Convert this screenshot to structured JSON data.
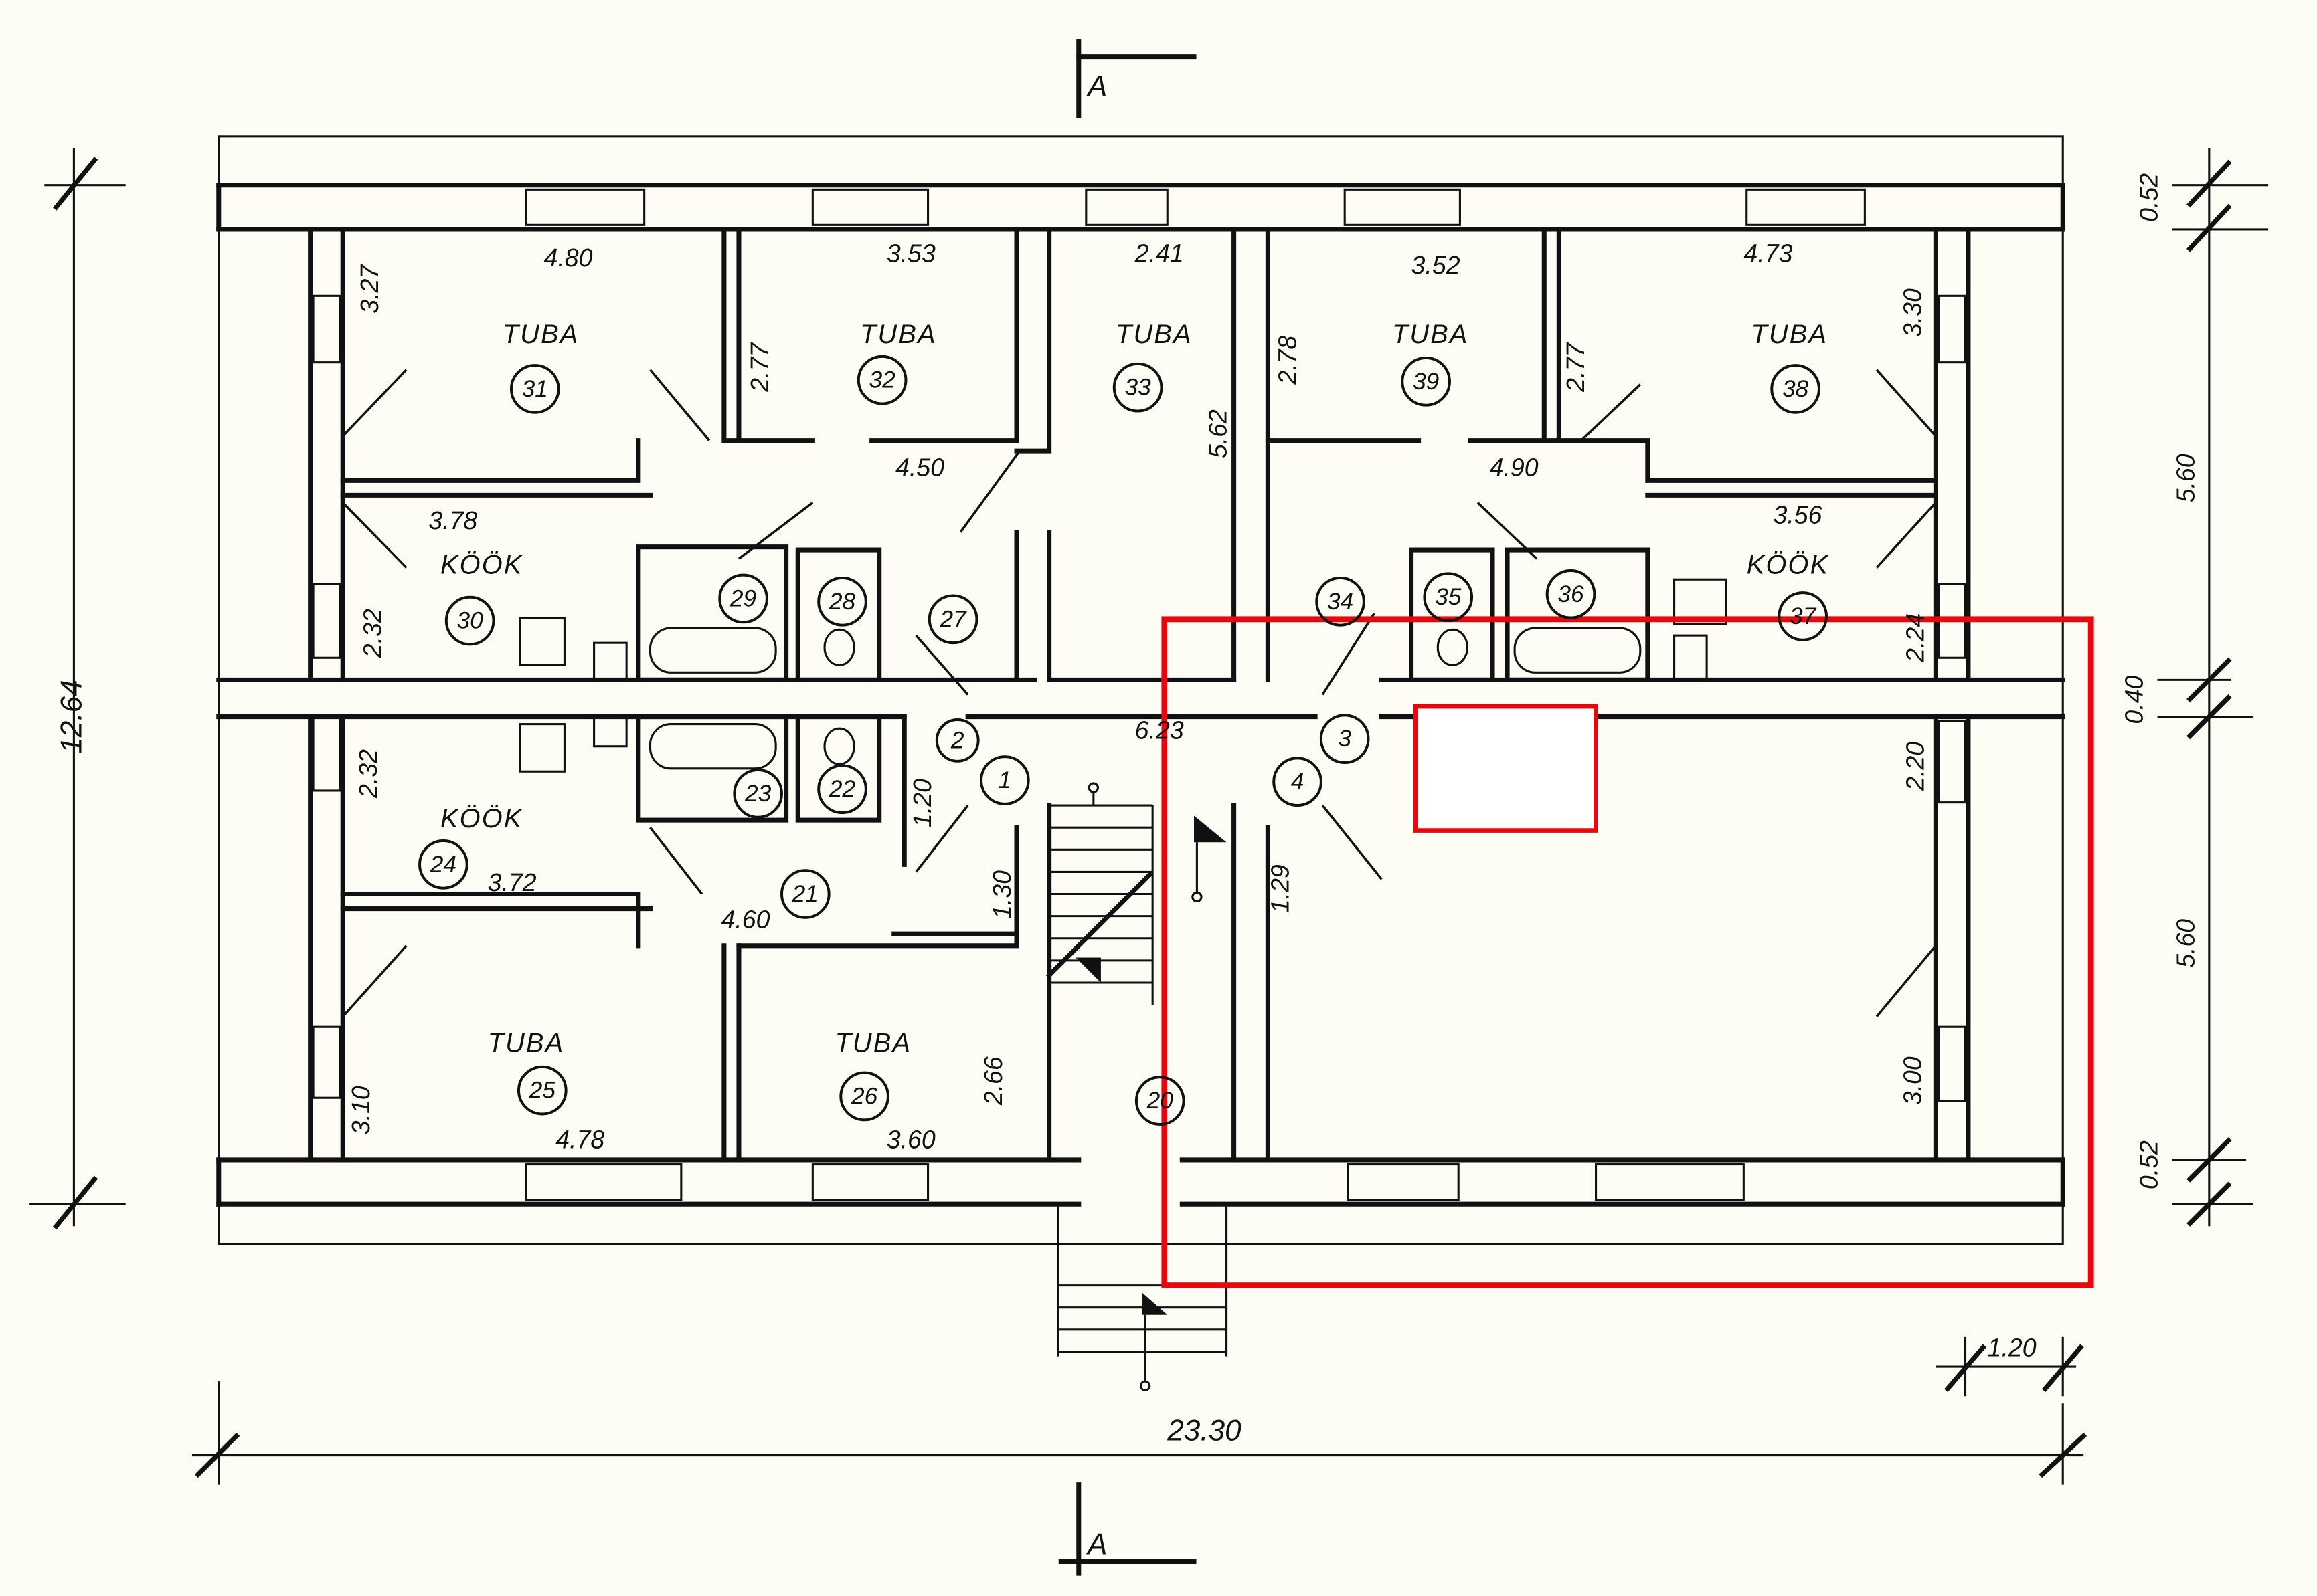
{
  "title_marks": {
    "section_top": "A",
    "section_bottom": "A"
  },
  "rooms": [
    {
      "name": "TUBA",
      "number": "31"
    },
    {
      "name": "TUBA",
      "number": "32"
    },
    {
      "name": "TUBA",
      "number": "33"
    },
    {
      "name": "TUBA",
      "number": "39"
    },
    {
      "name": "TUBA",
      "number": "38"
    },
    {
      "name": "KÖÖK",
      "number": "30"
    },
    {
      "name": "KÖÖK",
      "number": "37"
    },
    {
      "name": "KÖÖK",
      "number": "24"
    },
    {
      "name": "TUBA",
      "number": "25"
    },
    {
      "name": "TUBA",
      "number": "26"
    }
  ],
  "other_rooms": [
    "29",
    "28",
    "27",
    "2",
    "1",
    "23",
    "22",
    "21",
    "20",
    "34",
    "35",
    "36",
    "3",
    "4"
  ],
  "room_dims": {
    "r31_w": "4.80",
    "r32_w": "3.53",
    "r33_w": "2.41",
    "r39_w": "3.52",
    "r38_w": "4.73",
    "r31_h": "3.27",
    "r32_h": "2.77",
    "r39_h": "2.78",
    "r38_l": "2.77",
    "r38_h": "3.30",
    "r33_h": "5.62",
    "hall_l": "4.50",
    "hall_r": "4.90",
    "r30_w": "3.78",
    "r37_w": "3.56",
    "r30_h": "2.32",
    "r37_h": "2.24",
    "corr_w": "6.23",
    "entry_h": "1.20",
    "r24_h": "2.32",
    "r24_w": "3.72",
    "hall_b": "4.60",
    "r21_h": "1.30",
    "r4_h": "1.29",
    "right_h1": "2.20",
    "r25_h": "3.10",
    "r25_w": "4.78",
    "r26_w": "3.60",
    "r26_h": "2.66",
    "right_h2": "3.00"
  },
  "overall_dims": {
    "total_height": "12.64",
    "total_width": "23.30",
    "right": [
      "0.52",
      "5.60",
      "0.40",
      "5.60",
      "0.52"
    ],
    "porch": "1.20"
  },
  "highlight": {
    "color": "#e8070c"
  }
}
